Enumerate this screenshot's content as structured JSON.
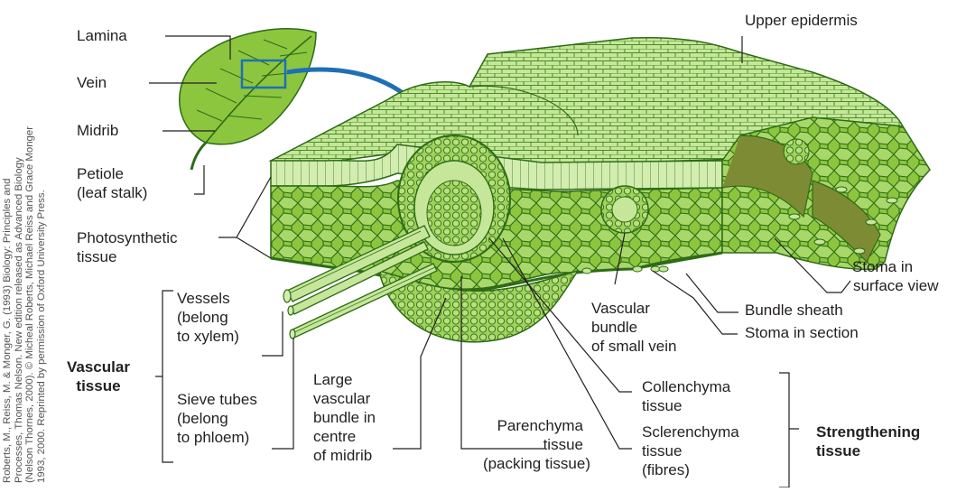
{
  "labels": {
    "lamina": "Lamina",
    "vein": "Vein",
    "midrib": "Midrib",
    "petiole": [
      "Petiole",
      "(leaf stalk)"
    ],
    "photosynthetic_tissue": [
      "Photosynthetic",
      "tissue"
    ],
    "upper_epidermis": "Upper epidermis",
    "stoma_surface": [
      "Stoma in",
      "surface view"
    ],
    "bundle_sheath": "Bundle sheath",
    "stoma_section": "Stoma in section",
    "vascular_bundle_small_vein": [
      "Vascular",
      "bundle",
      "of small vein"
    ],
    "vessels": [
      "Vessels",
      "(belong",
      "to xylem)"
    ],
    "sieve_tubes": [
      "Sieve tubes",
      "(belong",
      "to phloem)"
    ],
    "vascular_tissue": [
      "Vascular",
      "tissue"
    ],
    "large_vascular_bundle": [
      "Large",
      "vascular",
      "bundle in",
      "centre",
      "of midrib"
    ],
    "parenchyma": [
      "Parenchyma",
      "tissue",
      "(packing tissue)"
    ],
    "collenchyma": [
      "Collenchyma",
      "tissue"
    ],
    "sclerenchyma": [
      "Sclerenchyma",
      "tissue",
      "(fibres)"
    ],
    "strengthening_tissue": [
      "Strengthening",
      "tissue"
    ]
  },
  "credit": [
    "Roberts, M., Reiss, M. & Monger, G. (1993) Biology: Principles and",
    "Processes, Thomas Nelson. New edition released as Advanced Biology",
    "(Nelson Thornes, 2000). © Micheal Roberts, Michael Reiss and Grace Monger",
    "1993, 2000. Reprinted by permission of Oxford University Press."
  ],
  "colors": {
    "green_light": "#b9de86",
    "green_mid": "#8cc63f",
    "green_dark": "#3d7f1f",
    "green_deep": "#2c5e16",
    "olive_interior": "#8a8a3a",
    "arrow_blue": "#1f6fb5",
    "line": "#231f20"
  }
}
